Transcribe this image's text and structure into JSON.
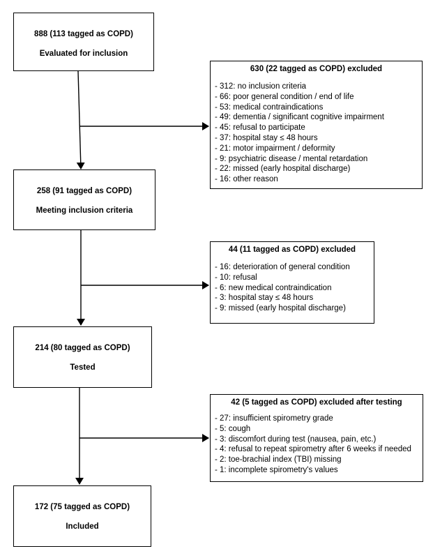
{
  "stages": [
    {
      "count": "888 (113 tagged as COPD)",
      "label": "Evaluated for inclusion"
    },
    {
      "count": "258 (91 tagged as COPD)",
      "label": "Meeting inclusion criteria"
    },
    {
      "count": "214 (80 tagged as COPD)",
      "label": "Tested"
    },
    {
      "count": "172 (75 tagged as COPD)",
      "label": "Included"
    }
  ],
  "exclusions": [
    {
      "title": "630 (22 tagged as COPD) excluded",
      "items": [
        "- 312: no inclusion criteria",
        "- 66: poor general condition / end of life",
        "- 53: medical contraindications",
        "- 49: dementia / significant cognitive impairment",
        "- 45: refusal to participate",
        "- 37: hospital stay ≤ 48 hours",
        "- 21: motor impairment / deformity",
        "- 9: psychiatric disease / mental retardation",
        "- 22: missed (early hospital discharge)",
        "- 16: other reason"
      ]
    },
    {
      "title": "44 (11 tagged as COPD) excluded",
      "items": [
        "- 16: deterioration of general condition",
        "- 10: refusal",
        "- 6: new medical contraindication",
        "- 3: hospital stay ≤ 48 hours",
        "- 9: missed (early hospital discharge)"
      ]
    },
    {
      "title": "42 (5 tagged as COPD) excluded after testing",
      "items": [
        "- 27: insufficient spirometry grade",
        "- 5: cough",
        "- 3: discomfort during test (nausea, pain, etc.)",
        "- 4: refusal to repeat spirometry after 6 weeks if needed",
        "- 2: toe-brachial index (TBI) missing",
        "- 1: incomplete spirometry's values"
      ]
    }
  ]
}
